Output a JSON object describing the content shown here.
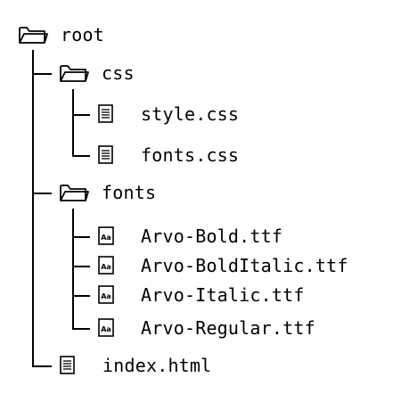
{
  "tree": {
    "root": {
      "label": "root",
      "icon": "folder-icon",
      "children": {
        "css": {
          "label": "css",
          "icon": "folder-icon",
          "files": [
            {
              "label": "style.css",
              "icon": "text-file-icon"
            },
            {
              "label": "fonts.css",
              "icon": "text-file-icon"
            }
          ]
        },
        "fonts": {
          "label": "fonts",
          "icon": "folder-icon",
          "files": [
            {
              "label": "Arvo-Bold.ttf",
              "icon": "font-file-icon"
            },
            {
              "label": "Arvo-BoldItalic.ttf",
              "icon": "font-file-icon"
            },
            {
              "label": "Arvo-Italic.ttf",
              "icon": "font-file-icon"
            },
            {
              "label": "Arvo-Regular.ttf",
              "icon": "font-file-icon"
            }
          ]
        },
        "index": {
          "label": "index.html",
          "icon": "text-file-icon"
        }
      }
    },
    "font_icon_glyph": "Aa",
    "line_color": "#000000"
  }
}
